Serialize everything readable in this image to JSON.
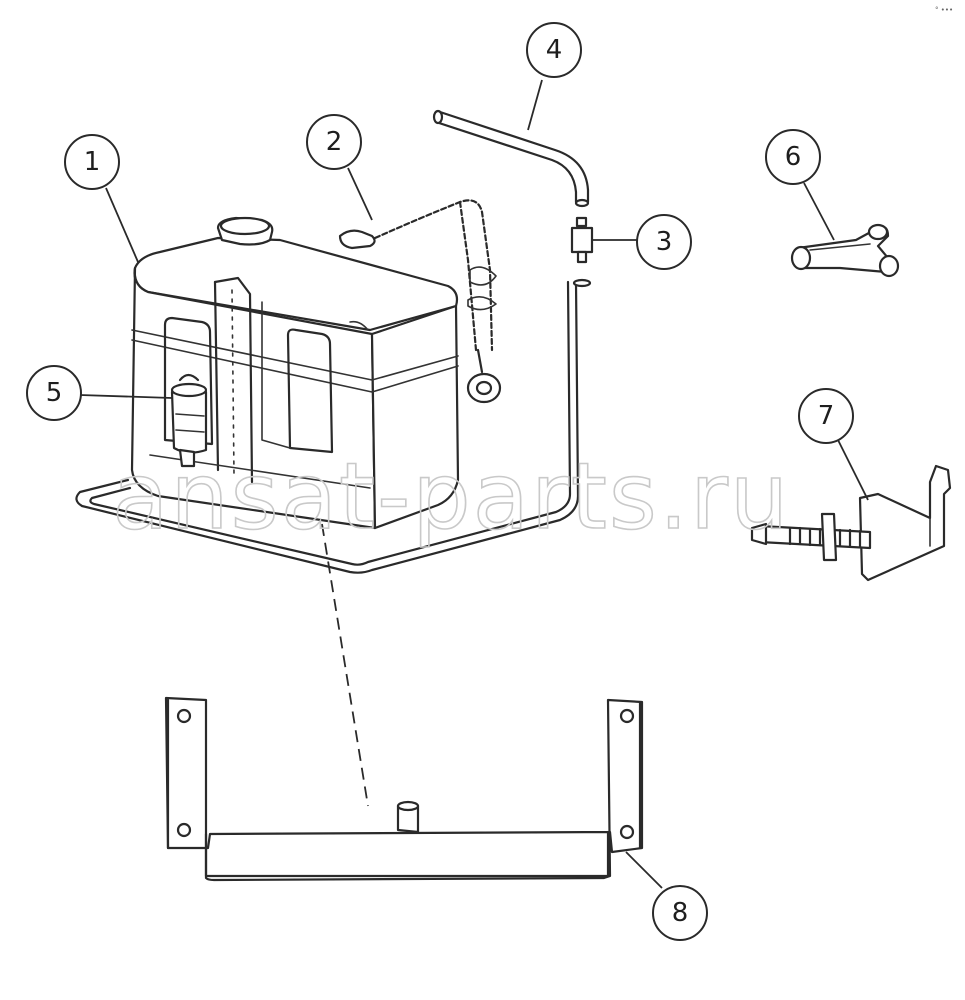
{
  "diagram": {
    "callouts": [
      {
        "id": "callout-1",
        "label": "1"
      },
      {
        "id": "callout-2",
        "label": "2"
      },
      {
        "id": "callout-3",
        "label": "3"
      },
      {
        "id": "callout-4",
        "label": "4"
      },
      {
        "id": "callout-5",
        "label": "5"
      },
      {
        "id": "callout-6",
        "label": "6"
      },
      {
        "id": "callout-7",
        "label": "7"
      },
      {
        "id": "callout-8",
        "label": "8"
      }
    ],
    "watermark": "ansat-parts.ru",
    "corner_mark": "° •••"
  }
}
